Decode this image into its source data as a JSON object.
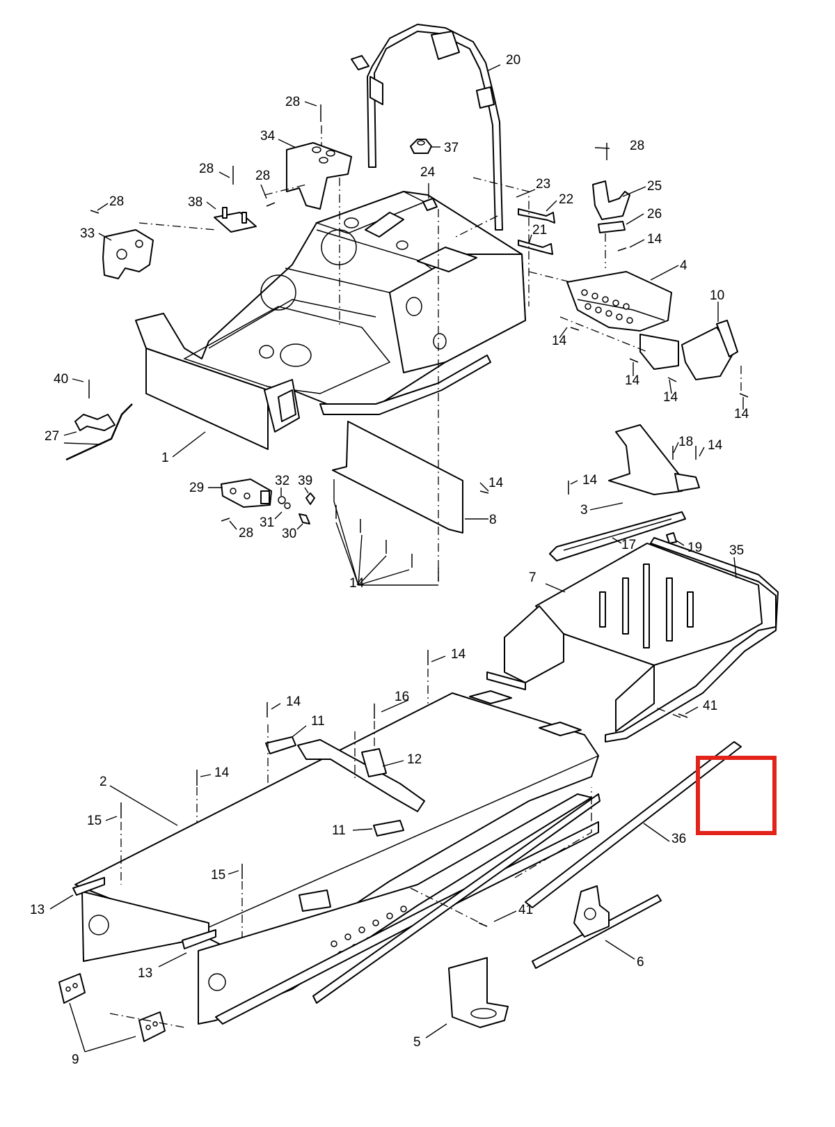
{
  "diagram": {
    "highlight_color": "#e2231a",
    "callouts": [
      {
        "id": "c20",
        "label": "20"
      },
      {
        "id": "c28a",
        "label": "28"
      },
      {
        "id": "c34",
        "label": "34"
      },
      {
        "id": "c37",
        "label": "37"
      },
      {
        "id": "c28b",
        "label": "28"
      },
      {
        "id": "c28c",
        "label": "28"
      },
      {
        "id": "c28d",
        "label": "28"
      },
      {
        "id": "c24",
        "label": "24"
      },
      {
        "id": "c23",
        "label": "23"
      },
      {
        "id": "c22",
        "label": "22"
      },
      {
        "id": "c25",
        "label": "25"
      },
      {
        "id": "c28e",
        "label": "28"
      },
      {
        "id": "c38",
        "label": "38"
      },
      {
        "id": "c33",
        "label": "33"
      },
      {
        "id": "c26",
        "label": "26"
      },
      {
        "id": "c21",
        "label": "21"
      },
      {
        "id": "c14a",
        "label": "14"
      },
      {
        "id": "c4",
        "label": "4"
      },
      {
        "id": "c10",
        "label": "10"
      },
      {
        "id": "c14b",
        "label": "14"
      },
      {
        "id": "c14c",
        "label": "14"
      },
      {
        "id": "c14d",
        "label": "14"
      },
      {
        "id": "c14e",
        "label": "14"
      },
      {
        "id": "c40",
        "label": "40"
      },
      {
        "id": "c27",
        "label": "27"
      },
      {
        "id": "c1",
        "label": "1"
      },
      {
        "id": "c18",
        "label": "18"
      },
      {
        "id": "c14f",
        "label": "14"
      },
      {
        "id": "c32",
        "label": "32"
      },
      {
        "id": "c39",
        "label": "39"
      },
      {
        "id": "c29",
        "label": "29"
      },
      {
        "id": "c14g",
        "label": "14"
      },
      {
        "id": "c14h",
        "label": "14"
      },
      {
        "id": "c3",
        "label": "3"
      },
      {
        "id": "c31",
        "label": "31"
      },
      {
        "id": "c28f",
        "label": "28"
      },
      {
        "id": "c30",
        "label": "30"
      },
      {
        "id": "c8",
        "label": "8"
      },
      {
        "id": "c17",
        "label": "17"
      },
      {
        "id": "c19",
        "label": "19"
      },
      {
        "id": "c35",
        "label": "35"
      },
      {
        "id": "c14i",
        "label": "14"
      },
      {
        "id": "c7",
        "label": "7"
      },
      {
        "id": "c14j",
        "label": "14"
      },
      {
        "id": "c14k",
        "label": "14"
      },
      {
        "id": "c16",
        "label": "16"
      },
      {
        "id": "c11a",
        "label": "11"
      },
      {
        "id": "c41a",
        "label": "41"
      },
      {
        "id": "c12",
        "label": "12"
      },
      {
        "id": "c2",
        "label": "2"
      },
      {
        "id": "c14l",
        "label": "14"
      },
      {
        "id": "c15a",
        "label": "15"
      },
      {
        "id": "c11b",
        "label": "11"
      },
      {
        "id": "c36",
        "label": "36"
      },
      {
        "id": "c15b",
        "label": "15"
      },
      {
        "id": "c13a",
        "label": "13"
      },
      {
        "id": "c41b",
        "label": "41"
      },
      {
        "id": "c13b",
        "label": "13"
      },
      {
        "id": "c6",
        "label": "6"
      },
      {
        "id": "c9",
        "label": "9"
      },
      {
        "id": "c5",
        "label": "5"
      }
    ]
  }
}
